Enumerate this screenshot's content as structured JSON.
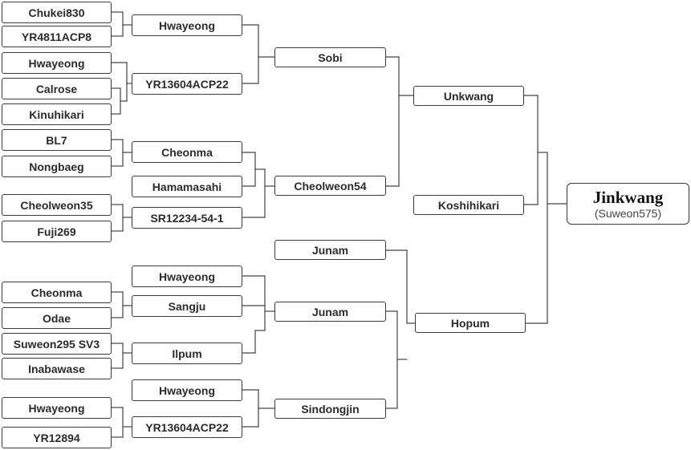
{
  "pedigree": {
    "root": {
      "name": "Jinkwang",
      "alias": "(Suweon575)"
    },
    "nodes": {
      "chukei830": "Chukei830",
      "yr4811acp8": "YR4811ACP8",
      "hwayeong_a": "Hwayeong",
      "calrose": "Calrose",
      "kinuhikari": "Kinuhikari",
      "bl7": "BL7",
      "nongbaeg": "Nongbaeg",
      "cheolweon35": "Cheolweon35",
      "fuji269": "Fuji269",
      "cheonma_a": "Cheonma",
      "odae": "Odae",
      "suweon295sv3": "Suweon295 SV3",
      "inabawase": "Inabawase",
      "hwayeong_b": "Hwayeong",
      "yr12894": "YR12894",
      "hwayeong_c": "Hwayeong",
      "yr13604acp22_a": "YR13604ACP22",
      "cheonma_b": "Cheonma",
      "hamamasahi": "Hamamasahi",
      "sr12234": "SR12234-54-1",
      "hwayeong_d": "Hwayeong",
      "sangju": "Sangju",
      "ilpum": "Ilpum",
      "hwayeong_e": "Hwayeong",
      "yr13604acp22_b": "YR13604ACP22",
      "sobi": "Sobi",
      "cheolweon54": "Cheolweon54",
      "junam_a": "Junam",
      "junam_b": "Junam",
      "sindongjin": "Sindongjin",
      "unkwang": "Unkwang",
      "koshihikari": "Koshihikari",
      "hopum": "Hopum"
    }
  }
}
